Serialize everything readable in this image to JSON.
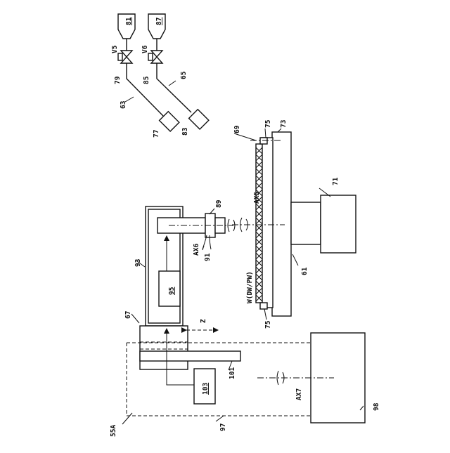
{
  "figure_label": "55A",
  "labels": {
    "l81": "81",
    "l87": "87",
    "v5": "V5",
    "v6": "V6",
    "l79": "79",
    "l85": "85",
    "l65": "65",
    "l63": "63",
    "l77": "77",
    "l83": "83",
    "l69": "69",
    "l75a": "75",
    "l73": "73",
    "l75b": "75",
    "ax5": "AX5",
    "l71": "71",
    "l61": "61",
    "wafer": "W(DW/PW)",
    "l89": "89",
    "ax6": "AX6",
    "l91": "91",
    "l93": "93",
    "l95": "95",
    "l67": "67",
    "z": "Z",
    "l101": "101",
    "l103": "103",
    "ax7": "AX7",
    "l97": "97",
    "l98": "98"
  },
  "underlined": [
    "l81",
    "l87",
    "l95",
    "l103"
  ]
}
